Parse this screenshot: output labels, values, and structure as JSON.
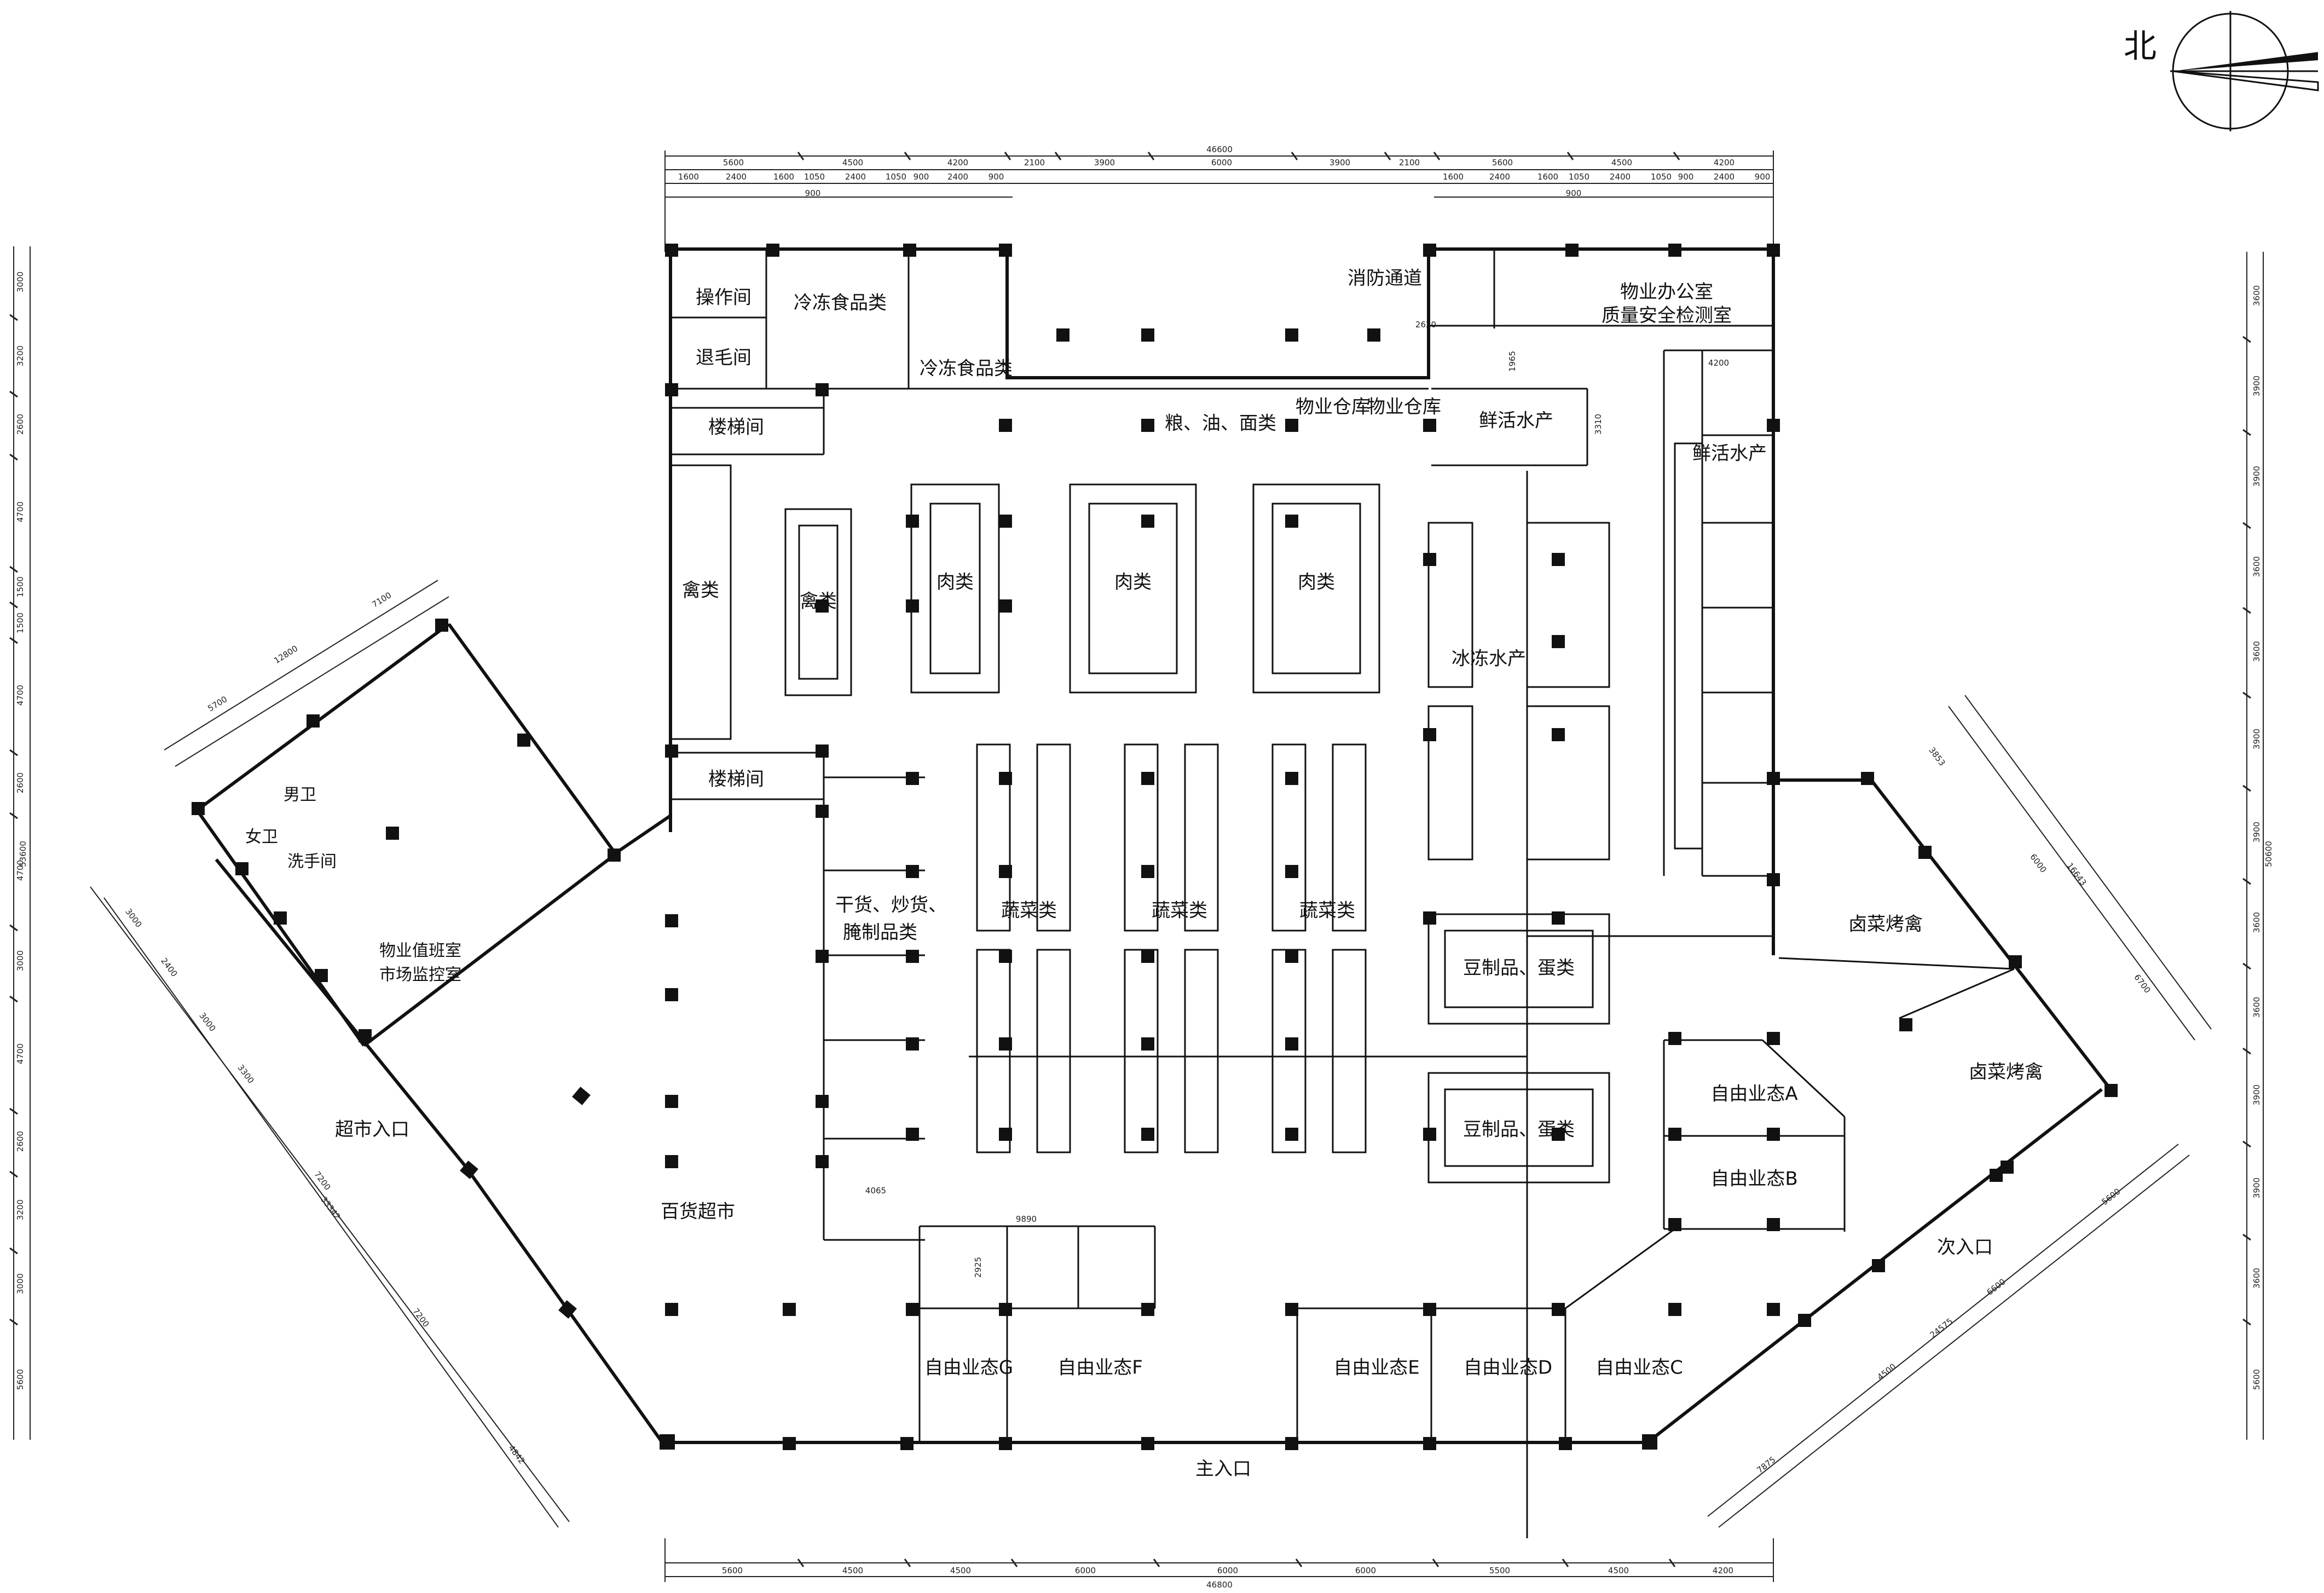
{
  "north": {
    "label": "北"
  },
  "dimensions": {
    "top_total": "46600",
    "top_row1": [
      "5600",
      "4500",
      "4200",
      "2100",
      "3900",
      "6000",
      "3900",
      "2100",
      "5600",
      "4500",
      "4200"
    ],
    "top_row2": [
      "1600",
      "2400",
      "1600",
      "1050",
      "2400",
      "1050",
      "900",
      "2400",
      "900",
      "1600",
      "2400",
      "1600",
      "1050",
      "2400",
      "1050",
      "900",
      "2400",
      "900"
    ],
    "top_row3": [
      "900",
      "900"
    ],
    "bottom_total": "46800",
    "bottom_row": [
      "5600",
      "4500",
      "4500",
      "6000",
      "6000",
      "6000",
      "5500",
      "4500",
      "4200"
    ],
    "left_total": "53600",
    "left_col": [
      "3000",
      "3200",
      "2600",
      "4700",
      "1500",
      "1500",
      "4700",
      "2600",
      "4700",
      "3000",
      "4700",
      "2600",
      "3200",
      "3000",
      "5600"
    ],
    "right_total": "50600",
    "right_col": [
      "3600",
      "3900",
      "3900",
      "3600",
      "3600",
      "3900",
      "3900",
      "3600",
      "3600",
      "3900",
      "3900",
      "3600",
      "5600"
    ],
    "inner": [
      "2620",
      "1965",
      "3310",
      "4200",
      "4065",
      "9890",
      "2925"
    ],
    "diag_left": [
      "12800",
      "7100",
      "5700",
      "3000",
      "2400",
      "3000",
      "3300",
      "7200",
      "33342",
      "7200",
      "4842"
    ],
    "diag_right": [
      "3853",
      "6000",
      "16643",
      "6700",
      "5600",
      "6600",
      "24575",
      "4500",
      "7875"
    ]
  },
  "rooms": {
    "caozuojian": "操作间",
    "tuimaojian": "退毛间",
    "lengdong1": "冷冻食品类",
    "lengdong2": "冷冻食品类",
    "xiaofang": "消防通道",
    "bangongshi": "物业办公室",
    "jiance": "质量安全检测室",
    "louti1": "楼梯间",
    "louti2": "楼梯间",
    "liangyou": "粮、油、面类",
    "cangku1": "物业仓库",
    "cangku2": "物业仓库",
    "xianhuo1": "鲜活水产",
    "xianhuo2": "鲜活水产",
    "qinlei1": "禽类",
    "qinlei2": "禽类",
    "rou1": "肉类",
    "rou2": "肉类",
    "rou3": "肉类",
    "bingdong": "冰冻水产",
    "nanwei": "男卫",
    "nvwei": "女卫",
    "xishou": "洗手间",
    "zhiban1": "物业值班室",
    "zhiban2": "市场监控室",
    "ganhuo1": "干货、炒货、",
    "ganhuo2": "腌制品类",
    "shucai1": "蔬菜类",
    "shucai2": "蔬菜类",
    "shucai3": "蔬菜类",
    "douzhi1": "豆制品、蛋类",
    "douzhi2": "豆制品、蛋类",
    "lucai1": "卤菜烤禽",
    "lucai2": "卤菜烤禽",
    "yetaiA": "自由业态A",
    "yetaiB": "自由业态B",
    "yetaiC": "自由业态C",
    "yetaiD": "自由业态D",
    "yetaiE": "自由业态E",
    "yetaiF": "自由业态F",
    "yetaiG": "自由业态G",
    "chaoshi_rukou": "超市入口",
    "baihuo": "百货超市",
    "ci_rukou": "次入口",
    "zhu_rukou": "主入口"
  }
}
